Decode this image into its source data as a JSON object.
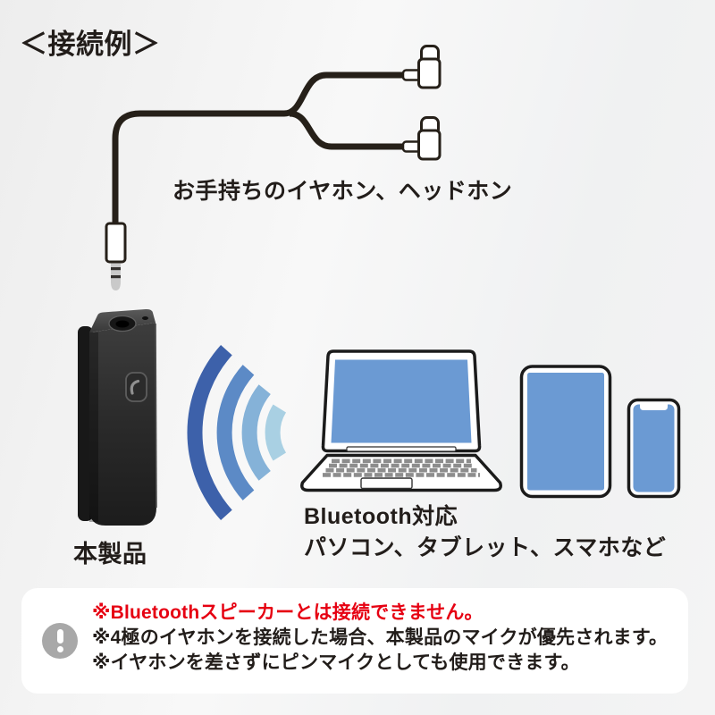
{
  "page": {
    "title": "＜接続例＞"
  },
  "earphone_section": {
    "caption": "お手持ちのイヤホン、ヘッドホン"
  },
  "device_section": {
    "label": "本製品"
  },
  "receiver_section": {
    "caption_line1": "Bluetooth対応",
    "caption_line2": "パソコン、タブレット、スマホなど"
  },
  "notes": {
    "icon": "exclamation-icon",
    "items": [
      {
        "text": "※Bluetoothスピーカーとは接続できません。",
        "color": "#e60012"
      },
      {
        "text": "※4極のイヤホンを接続した場合、本製品のマイクが優先されます。",
        "color": "#221d1a"
      },
      {
        "text": "※イヤホンを差さずにピンマイクとしても使用できます。",
        "color": "#221d1a"
      }
    ]
  },
  "colors": {
    "text_black": "#221d1a",
    "warning_red": "#e60012",
    "screen_blue": "#6b9ad3",
    "wave_blues": [
      "#3d61aa",
      "#5c8ac6",
      "#85b2d8",
      "#a9d0e3"
    ],
    "cable_black": "#262019",
    "note_icon_gray": "#a8a8a8",
    "note_box_bg": "#ffffff"
  }
}
